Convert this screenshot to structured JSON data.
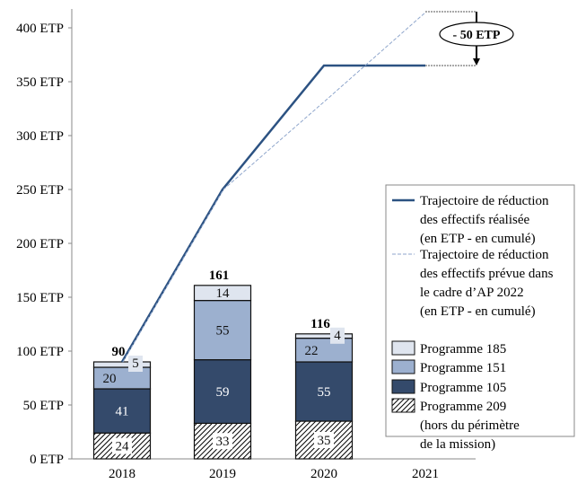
{
  "chart_data": {
    "type": "bar",
    "title": "",
    "xlabel": "",
    "ylabel": "",
    "ylim": [
      0,
      400
    ],
    "yticks": [
      "0 ETP",
      "50 ETP",
      "100 ETP",
      "150 ETP",
      "200 ETP",
      "250 ETP",
      "300 ETP",
      "350 ETP",
      "400 ETP"
    ],
    "categories": [
      "2018",
      "2019",
      "2020",
      "2021"
    ],
    "series": [
      {
        "name": "Programme 209 (hors du périmètre de la mission)",
        "values": [
          24,
          33,
          35,
          null
        ],
        "color": "hatch"
      },
      {
        "name": "Programme 105",
        "values": [
          41,
          59,
          55,
          null
        ],
        "color": "#344a6b"
      },
      {
        "name": "Programme 151",
        "values": [
          20,
          55,
          22,
          null
        ],
        "color": "#9cb0cf"
      },
      {
        "name": "Programme 185",
        "values": [
          5,
          14,
          4,
          null
        ],
        "color": "#dfe5ef"
      }
    ],
    "totals": [
      90,
      161,
      116,
      null
    ],
    "lines": [
      {
        "name": "Trajectoire de réduction des effectifs réalisée (en ETP - en cumulé)",
        "values": [
          90,
          250,
          365,
          365
        ],
        "color": "#2c5282",
        "style": "solid"
      },
      {
        "name": "Trajectoire de réduction des effectifs prévue dans le cadre d’AP 2022 (en ETP - en cumulé)",
        "values": [
          90,
          250,
          332,
          415
        ],
        "color": "#8fa6cc",
        "style": "dashed"
      }
    ],
    "annotation": "- 50 ETP",
    "legend_position": "right",
    "legend": [
      [
        "Trajectoire de réduction",
        "des effectifs réalisée",
        "(en ETP - en cumulé)"
      ],
      [
        "Trajectoire de réduction",
        "des effectifs prévue dans",
        "le cadre d’AP 2022",
        "(en ETP - en cumulé)"
      ],
      [
        "Programme 185"
      ],
      [
        "Programme 151"
      ],
      [
        "Programme 105"
      ],
      [
        "Programme 209",
        "(hors du périmètre",
        "de la mission)"
      ]
    ]
  }
}
